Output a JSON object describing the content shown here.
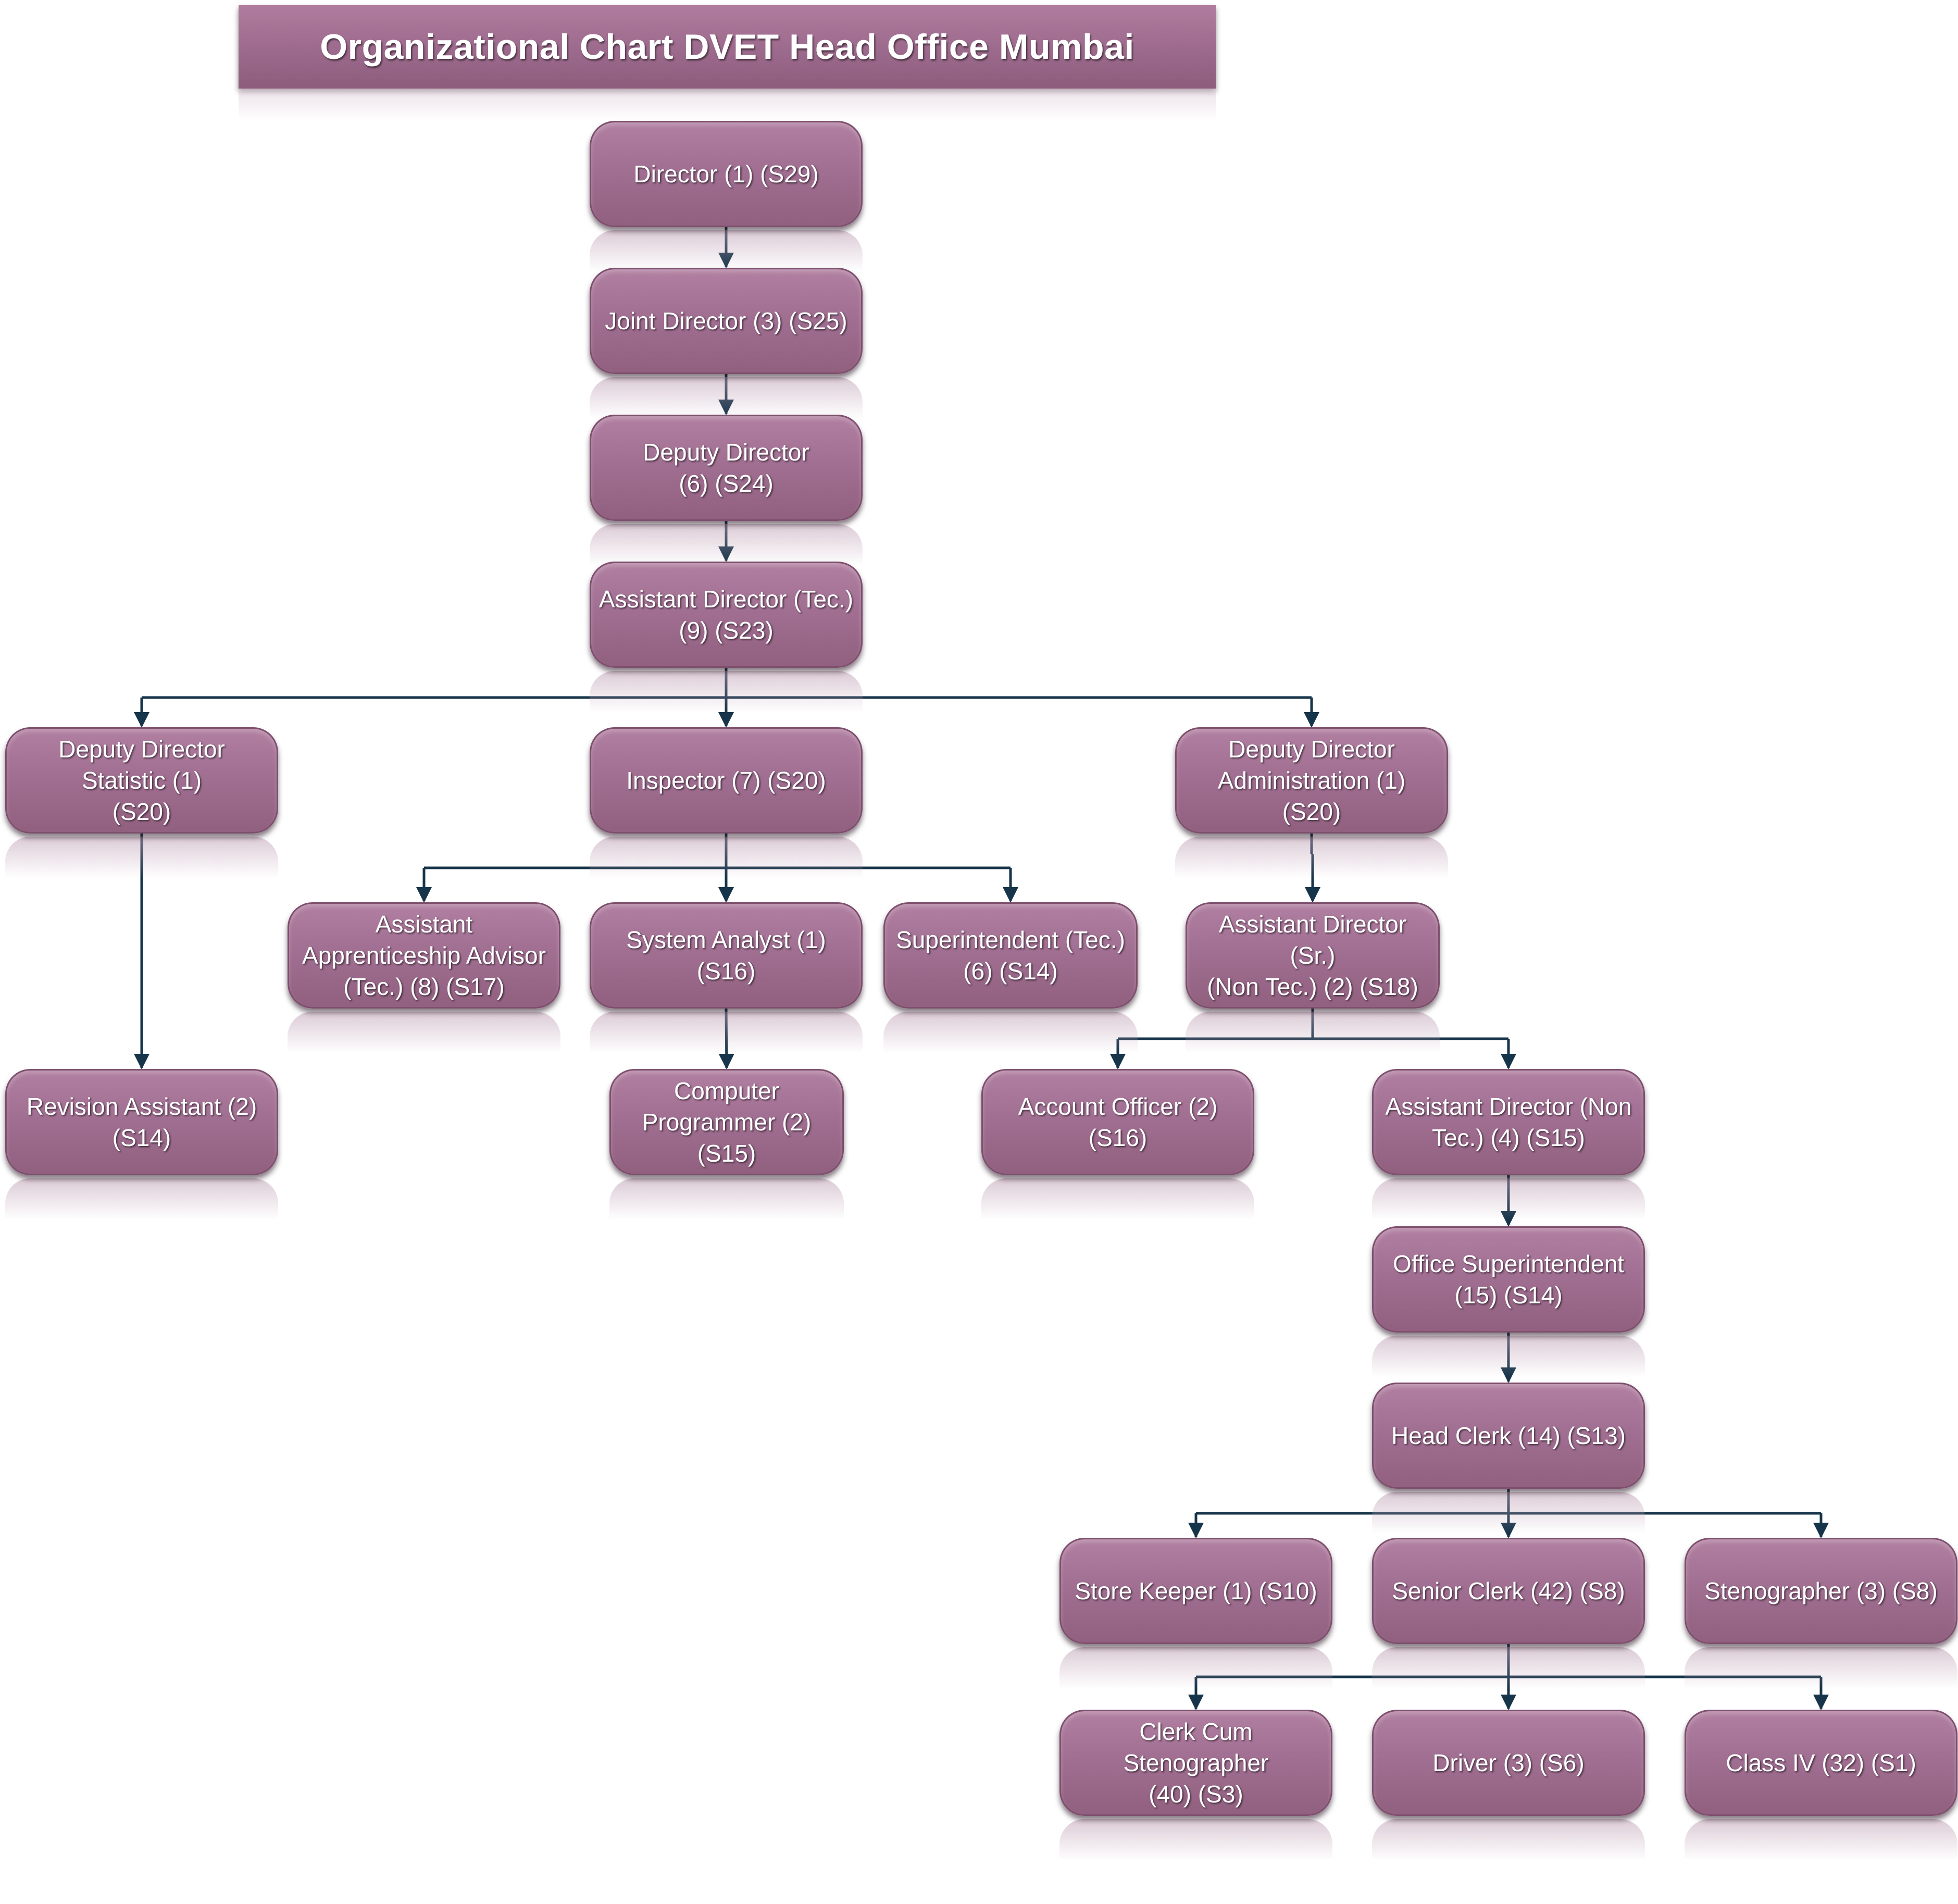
{
  "title": "Organizational Chart DVET Head Office Mumbai",
  "colors": {
    "node_fill": "#a06f92",
    "connector": "#17354a",
    "text": "#ffffff"
  },
  "nodes": {
    "director": "Director (1) (S29)",
    "joint_director": "Joint Director (3) (S25)",
    "deputy_director": "Deputy Director\n(6) (S24)",
    "assistant_director_tec": "Assistant Director (Tec.)\n(9) (S23)",
    "deputy_director_statistic": "Deputy Director\nStatistic (1)\n(S20)",
    "inspector": "Inspector (7) (S20)",
    "deputy_director_administration": "Deputy Director\nAdministration (1)\n(S20)",
    "assistant_apprenticeship_advisor": "Assistant\nApprenticeship Advisor\n(Tec.) (8) (S17)",
    "system_analyst": "System Analyst (1)\n(S16)",
    "superintendent_tec": "Superintendent (Tec.)\n(6) (S14)",
    "assistant_director_sr": "Assistant Director (Sr.)\n(Non Tec.) (2) (S18)",
    "revision_assistant": "Revision Assistant (2)\n(S14)",
    "computer_programmer": "Computer\nProgrammer (2)\n(S15)",
    "account_officer": "Account Officer (2) (S16)",
    "assistant_director_non_tec": "Assistant Director (Non\nTec.) (4) (S15)",
    "office_superintendent": "Office Superintendent\n(15) (S14)",
    "head_clerk": "Head Clerk (14) (S13)",
    "store_keeper": "Store Keeper (1) (S10)",
    "senior_clerk": "Senior Clerk (42) (S8)",
    "stenographer": "Stenographer (3) (S8)",
    "clerk_cum_stenographer": "Clerk Cum Stenographer\n(40) (S3)",
    "driver": "Driver (3) (S6)",
    "class_iv": "Class IV (32) (S1)"
  },
  "edges": [
    [
      "director",
      "joint_director"
    ],
    [
      "joint_director",
      "deputy_director"
    ],
    [
      "deputy_director",
      "assistant_director_tec"
    ],
    [
      "assistant_director_tec",
      "deputy_director_statistic"
    ],
    [
      "assistant_director_tec",
      "inspector"
    ],
    [
      "assistant_director_tec",
      "deputy_director_administration"
    ],
    [
      "deputy_director_statistic",
      "revision_assistant"
    ],
    [
      "inspector",
      "assistant_apprenticeship_advisor"
    ],
    [
      "inspector",
      "system_analyst"
    ],
    [
      "inspector",
      "superintendent_tec"
    ],
    [
      "system_analyst",
      "computer_programmer"
    ],
    [
      "deputy_director_administration",
      "assistant_director_sr"
    ],
    [
      "assistant_director_sr",
      "account_officer"
    ],
    [
      "assistant_director_sr",
      "assistant_director_non_tec"
    ],
    [
      "assistant_director_non_tec",
      "office_superintendent"
    ],
    [
      "office_superintendent",
      "head_clerk"
    ],
    [
      "head_clerk",
      "store_keeper"
    ],
    [
      "head_clerk",
      "senior_clerk"
    ],
    [
      "head_clerk",
      "stenographer"
    ],
    [
      "senior_clerk",
      "clerk_cum_stenographer"
    ],
    [
      "senior_clerk",
      "driver"
    ],
    [
      "senior_clerk",
      "class_iv"
    ]
  ]
}
